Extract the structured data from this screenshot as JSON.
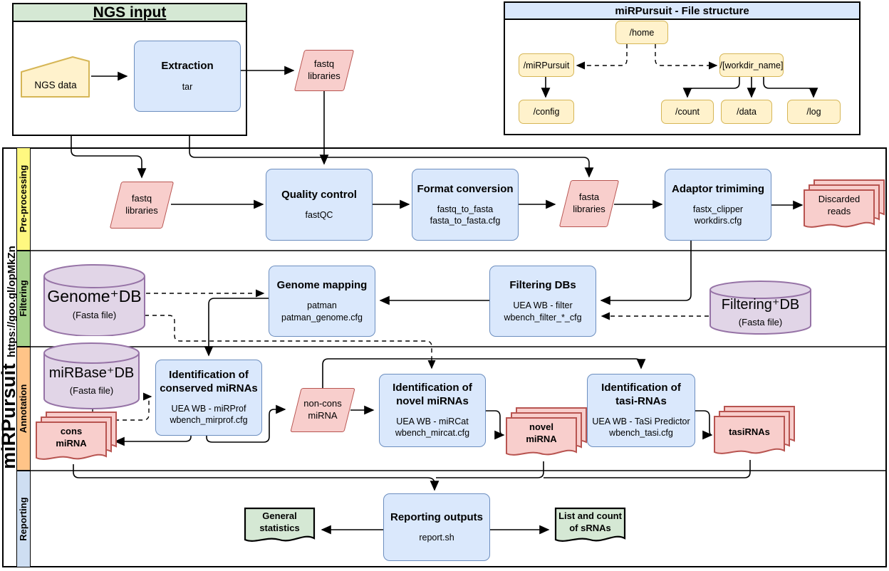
{
  "sidebar": {
    "app": "miRPursuit",
    "url": "https://goo.gl/opMkZn"
  },
  "ngs_input": {
    "title": "NGS input",
    "ngs_data": "NGS data",
    "extraction_title": "Extraction",
    "extraction_sub": "tar",
    "fastq_line1": "fastq",
    "fastq_line2": "libraries"
  },
  "file_structure": {
    "title": "miRPursuit - File structure",
    "home": "/home",
    "mirpursuit": "/miRPursuit",
    "workdir": "/[workdir_name]",
    "config": "/config",
    "count": "/count",
    "data": "/data",
    "log": "/log"
  },
  "lanes": {
    "preprocessing": "Pre-processing",
    "filtering": "Filtering",
    "annotation": "Annotation",
    "reporting": "Reporting"
  },
  "preprocessing": {
    "fastq": {
      "line1": "fastq",
      "line2": "libraries"
    },
    "quality_control": {
      "title": "Quality control",
      "sub1": "fastQC"
    },
    "format_conversion": {
      "title": "Format conversion",
      "sub1": "fastq_to_fasta",
      "sub2": "fasta_to_fasta.cfg"
    },
    "fasta": {
      "line1": "fasta",
      "line2": "libraries"
    },
    "adaptor_trimming": {
      "title": "Adaptor trimiming",
      "sub1": "fastx_clipper",
      "sub2": "workdirs.cfg"
    },
    "discarded": {
      "line1": "Discarded",
      "line2": "reads"
    }
  },
  "filtering": {
    "genome_db": {
      "title": "Genome⁺DB",
      "sub": "(Fasta file)"
    },
    "genome_mapping": {
      "title": "Genome mapping",
      "sub1": "patman",
      "sub2": "patman_genome.cfg"
    },
    "filtering_dbs": {
      "title": "Filtering DBs",
      "sub1": "UEA WB - filter",
      "sub2": "wbench_filter_*_cfg"
    },
    "filtering_db": {
      "title": "Filtering⁺DB",
      "sub": "(Fasta file)"
    }
  },
  "annotation": {
    "mirbase_db": {
      "title": "miRBase⁺DB",
      "sub": "(Fasta file)"
    },
    "conserved": {
      "title": "Identification of conserved miRNAs",
      "sub1": "UEA WB - miRProf",
      "sub2": "wbench_mirprof.cfg"
    },
    "cons": {
      "line1": "cons",
      "line2": "miRNA"
    },
    "non_cons": {
      "line1": "non-cons",
      "line2": "miRNA"
    },
    "novel_box": {
      "title": "Identification of novel miRNAs",
      "sub1": "UEA WB - miRCat",
      "sub2": "wbench_mircat.cfg"
    },
    "novel": {
      "line1": "novel",
      "line2": "miRNA"
    },
    "tasi_box": {
      "title": "Identification of tasi-RNAs",
      "sub1": "UEA WB - TaSi Predictor",
      "sub2": "wbench_tasi.cfg"
    },
    "tasirnas": {
      "line1": "tasiRNAs"
    }
  },
  "reporting": {
    "outputs": {
      "title": "Reporting outputs",
      "sub1": "report.sh"
    },
    "general_stats": {
      "line1": "General",
      "line2": "statistics"
    },
    "list_count": {
      "line1": "List and count",
      "line2": "of sRNAs"
    }
  },
  "colors": {
    "process_box_fill": "#DAE8FC",
    "process_box_stroke": "#6C8EBF",
    "data_shape_fill": "#F8CECC",
    "data_shape_stroke": "#B85450",
    "db_fill": "#E1D5E7",
    "db_stroke": "#9673A6",
    "folder_fill": "#FFF2CC",
    "folder_stroke": "#D6B656",
    "output_doc_fill": "#D5E8D4",
    "ngs_header": "#D5E8D4",
    "file_structure_header": "#DAE8FC",
    "lane_preprocessing": "#FFF880",
    "lane_filtering": "#A7D28C",
    "lane_annotation": "#FFC488",
    "lane_reporting": "#CEDEF2"
  }
}
